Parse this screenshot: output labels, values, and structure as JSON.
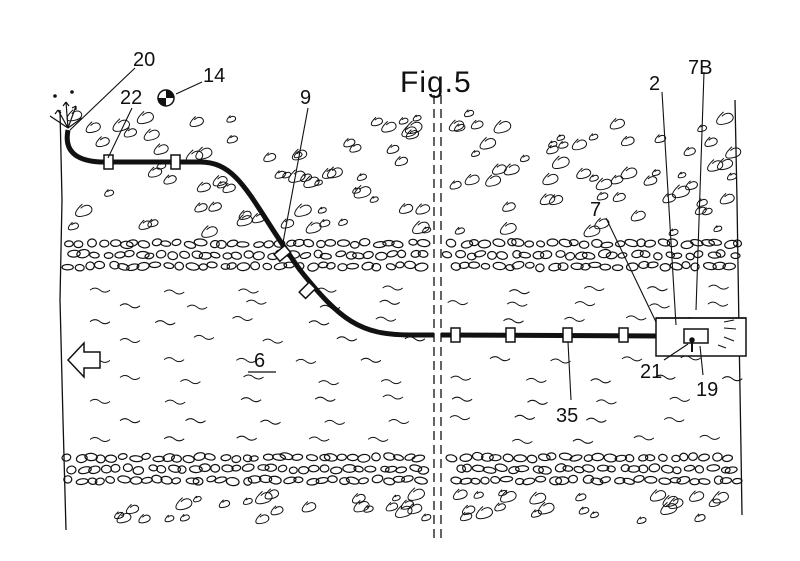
{
  "figure": {
    "title": "Fig.5",
    "labels": {
      "l20": "20",
      "l22": "22",
      "l14": "14",
      "l9": "9",
      "l2": "2",
      "l7B": "7B",
      "l7": "7",
      "l6": "6",
      "l21": "21",
      "l19": "19",
      "l35": "35"
    }
  }
}
